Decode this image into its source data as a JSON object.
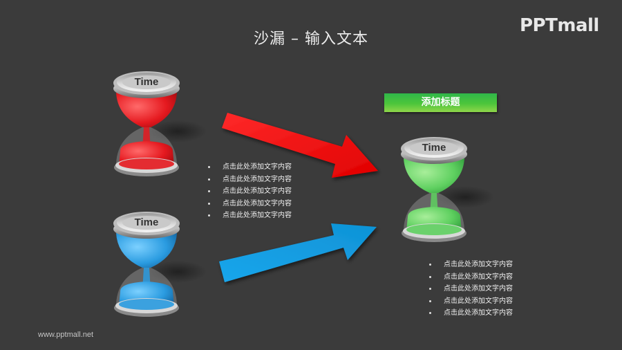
{
  "slide": {
    "title": "沙漏 – 输入文本",
    "logo": "PPTmall",
    "footer_url": "www.pptmall.net",
    "background_color": "#3b3b3b"
  },
  "hourglasses": [
    {
      "id": "red",
      "label": "Time",
      "color": "#e8242a"
    },
    {
      "id": "blue",
      "label": "Time",
      "color": "#2a9be0"
    },
    {
      "id": "green",
      "label": "Time",
      "color": "#5fd060"
    }
  ],
  "arrows": [
    {
      "id": "red-arrow",
      "color": "#ff1010",
      "direction": "down-right"
    },
    {
      "id": "blue-arrow",
      "color": "#1ba4e8",
      "direction": "up-right"
    }
  ],
  "badge": {
    "label": "添加标题",
    "color": "#3fbe45"
  },
  "left_bullets": [
    "点击此处添加文字内容",
    "点击此处添加文字内容",
    "点击此处添加文字内容",
    "点击此处添加文字内容",
    "点击此处添加文字内容"
  ],
  "right_bullets": [
    "点击此处添加文字内容",
    "点击此处添加文字内容",
    "点击此处添加文字内容",
    "点击此处添加文字内容",
    "点击此处添加文字内容"
  ]
}
